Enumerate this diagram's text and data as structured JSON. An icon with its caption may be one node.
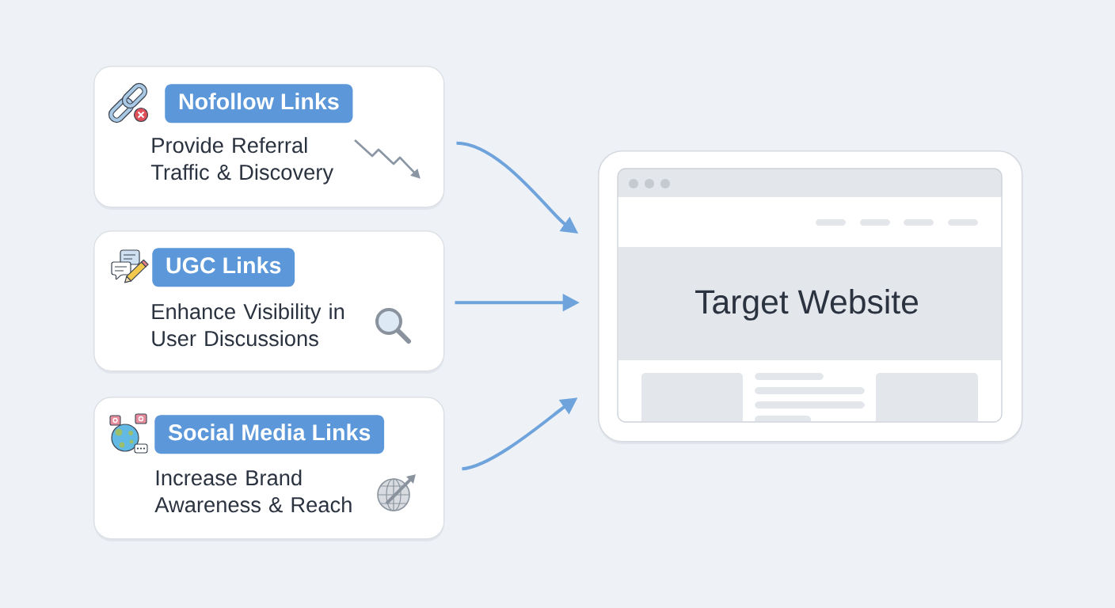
{
  "diagram": {
    "nodes": [
      {
        "text": [
          "Nofollow Links",
          "Provide Referral Traffic & Discovery"
        ]
      },
      {
        "text": [
          "UGC Links",
          "Enhance Visibility in User Discussions"
        ]
      },
      {
        "text": [
          "Social Media Links",
          "Increase Brand Awareness & Reach"
        ]
      },
      {
        "text": [
          "Target Website"
        ]
      }
    ],
    "edges": [
      {
        "from": 0,
        "to": 3,
        "arrow": "to"
      },
      {
        "from": 1,
        "to": 3,
        "arrow": "to"
      },
      {
        "from": 2,
        "to": 3,
        "arrow": "to"
      }
    ]
  }
}
